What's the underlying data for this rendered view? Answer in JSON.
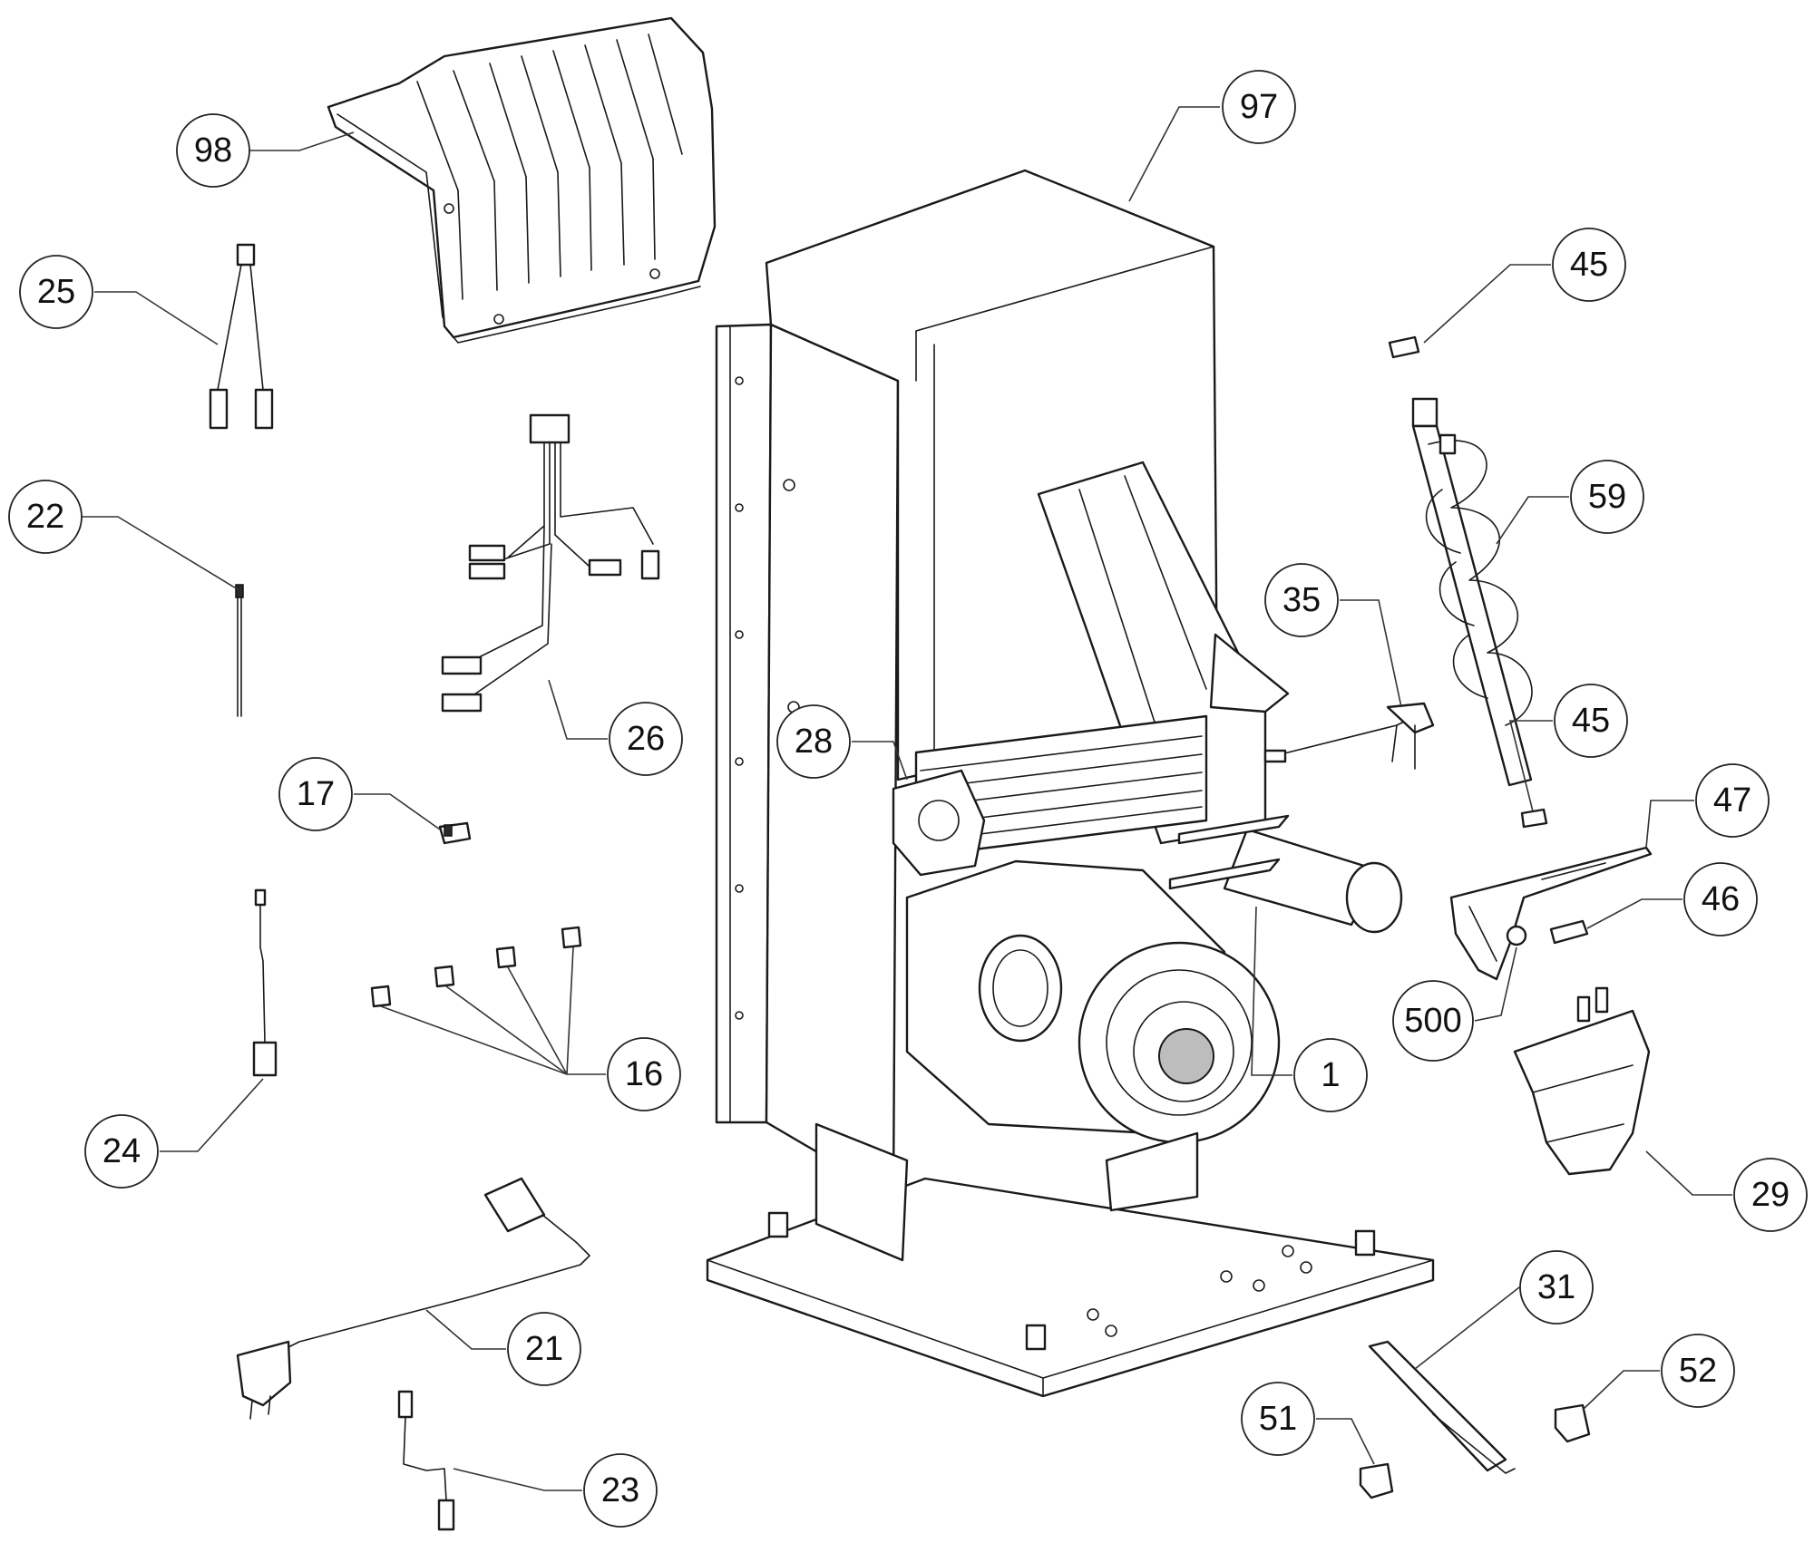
{
  "diagram": {
    "type": "exploded parts diagram",
    "line_color": "#1a1a1a",
    "background": "#ffffff"
  },
  "callouts": [
    {
      "id": "c98",
      "label": "98"
    },
    {
      "id": "c97",
      "label": "97"
    },
    {
      "id": "c25",
      "label": "25"
    },
    {
      "id": "c45a",
      "label": "45"
    },
    {
      "id": "c22",
      "label": "22"
    },
    {
      "id": "c59",
      "label": "59"
    },
    {
      "id": "c35",
      "label": "35"
    },
    {
      "id": "c26",
      "label": "26"
    },
    {
      "id": "c28",
      "label": "28"
    },
    {
      "id": "c45b",
      "label": "45"
    },
    {
      "id": "c17",
      "label": "17"
    },
    {
      "id": "c47",
      "label": "47"
    },
    {
      "id": "c46",
      "label": "46"
    },
    {
      "id": "c500",
      "label": "500"
    },
    {
      "id": "c16",
      "label": "16"
    },
    {
      "id": "c1",
      "label": "1"
    },
    {
      "id": "c24",
      "label": "24"
    },
    {
      "id": "c29",
      "label": "29"
    },
    {
      "id": "c31",
      "label": "31"
    },
    {
      "id": "c21",
      "label": "21"
    },
    {
      "id": "c52",
      "label": "52"
    },
    {
      "id": "c51",
      "label": "51"
    },
    {
      "id": "c23",
      "label": "23"
    }
  ]
}
